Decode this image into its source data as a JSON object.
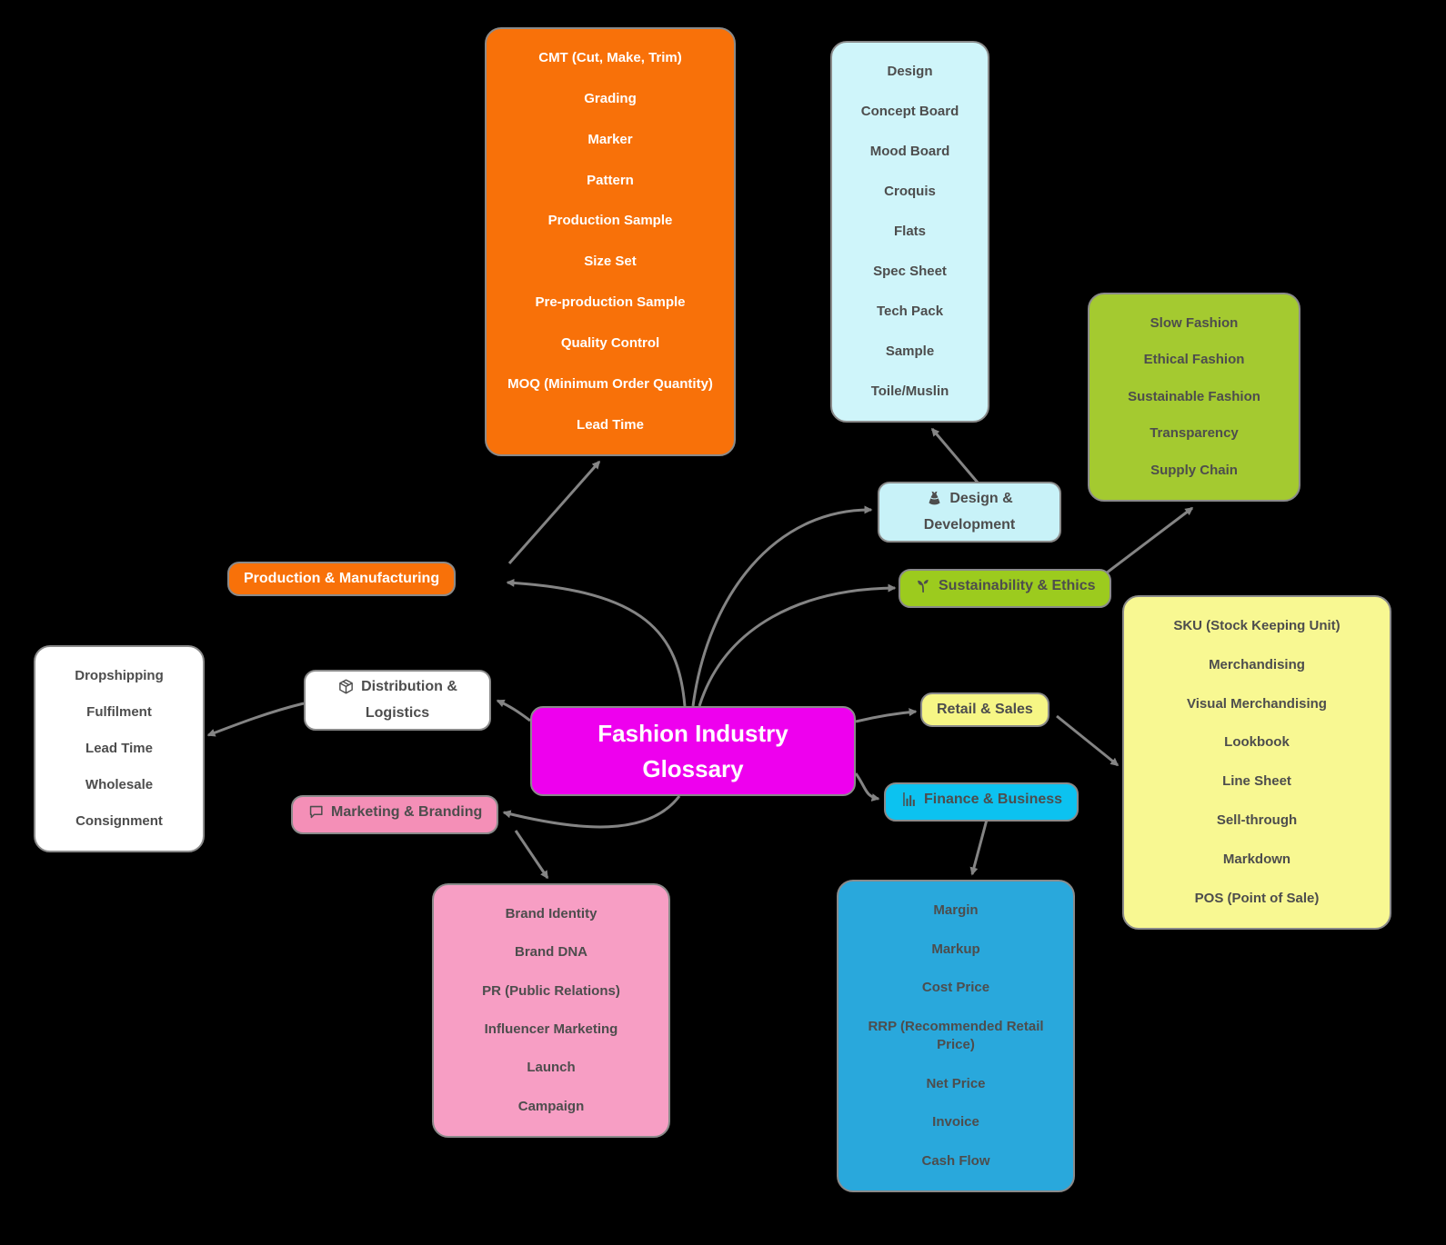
{
  "title": "Fashion Industry Glossary",
  "colors": {
    "background": "#000000",
    "edge": "#848484",
    "border": "#8a8a8a",
    "center_bg": "#ee00ee",
    "center_text": "#ffffff",
    "dark_text": "#4d4d4d"
  },
  "center": {
    "title": "Fashion Industry Glossary"
  },
  "categories": [
    {
      "id": "production",
      "label": "Production & Manufacturing",
      "icon": null,
      "node_color": "#f87109",
      "node_text_color": "#ffffff",
      "box_color": "#f87109",
      "box_text_color": "#ffffff",
      "items": [
        "CMT (Cut, Make, Trim)",
        "Grading",
        "Marker",
        "Pattern",
        "Production Sample",
        "Size Set",
        "Pre-production Sample",
        "Quality Control",
        "MOQ (Minimum Order Quantity)",
        "Lead Time"
      ]
    },
    {
      "id": "design",
      "label": "Design & Development",
      "icon": "dress-icon",
      "node_color": "#c8f2f8",
      "node_text_color": "#4d4d4d",
      "box_color": "#cff5fa",
      "box_text_color": "#4d4d4d",
      "items": [
        "Design",
        "Concept Board",
        "Mood Board",
        "Croquis",
        "Flats",
        "Spec Sheet",
        "Tech Pack",
        "Sample",
        "Toile/Muslin"
      ]
    },
    {
      "id": "sustainability",
      "label": "Sustainability & Ethics",
      "icon": "seedling-icon",
      "node_color": "#9ccb1e",
      "node_text_color": "#4d4d4d",
      "box_color": "#a4ca30",
      "box_text_color": "#4d4d4d",
      "items": [
        "Slow Fashion",
        "Ethical Fashion",
        "Sustainable Fashion",
        "Transparency",
        "Supply Chain"
      ]
    },
    {
      "id": "distribution",
      "label": "Distribution & Logistics",
      "icon": "package-icon",
      "node_color": "#ffffff",
      "node_text_color": "#4d4d4d",
      "box_color": "#ffffff",
      "box_text_color": "#4d4d4d",
      "items": [
        "Dropshipping",
        "Fulfilment",
        "Lead Time",
        "Wholesale",
        "Consignment"
      ]
    },
    {
      "id": "retail",
      "label": "Retail & Sales",
      "icon": null,
      "node_color": "#f6f685",
      "node_text_color": "#4d4d4d",
      "box_color": "#f8f892",
      "box_text_color": "#4d4d4d",
      "items": [
        "SKU (Stock Keeping Unit)",
        "Merchandising",
        "Visual Merchandising",
        "Lookbook",
        "Line Sheet",
        "Sell-through",
        "Markdown",
        "POS (Point of Sale)"
      ]
    },
    {
      "id": "marketing",
      "label": "Marketing & Branding",
      "icon": "speech-bubble-icon",
      "node_color": "#f48fb7",
      "node_text_color": "#4d4d4d",
      "box_color": "#f79ec4",
      "box_text_color": "#4d4d4d",
      "items": [
        "Brand Identity",
        "Brand DNA",
        "PR (Public Relations)",
        "Influencer Marketing",
        "Launch",
        "Campaign"
      ]
    },
    {
      "id": "finance",
      "label": "Finance & Business",
      "icon": "bar-chart-icon",
      "node_color": "#0cc2f0",
      "node_text_color": "#4d4d4d",
      "box_color": "#29a8dc",
      "box_text_color": "#4d4d4d",
      "items": [
        "Margin",
        "Markup",
        "Cost Price",
        "RRP (Recommended Retail Price)",
        "Net Price",
        "Invoice",
        "Cash Flow"
      ]
    }
  ]
}
